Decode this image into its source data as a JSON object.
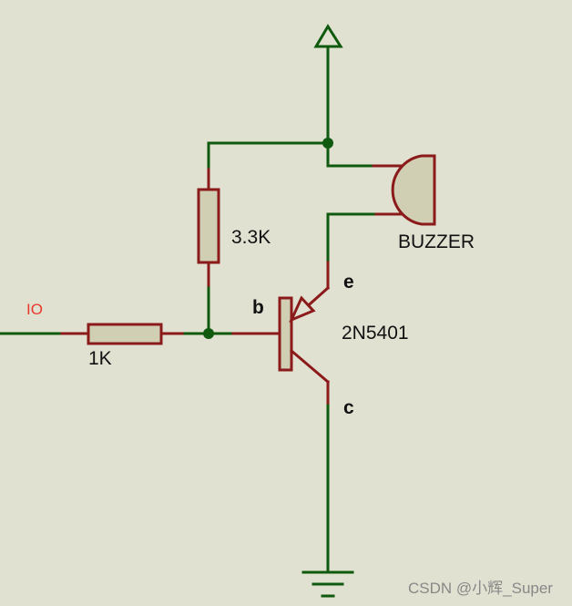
{
  "labels": {
    "net_io": "IO",
    "r1_value": "1K",
    "r2_value": "3.3K",
    "buzzer_name": "BUZZER",
    "transistor_part": "2N5401",
    "pin_base": "b",
    "pin_emitter": "e",
    "pin_collector": "c"
  },
  "watermark": "CSDN @小辉_Super",
  "colors": {
    "background": "#e1e1d2",
    "wire": "#0f5a0f",
    "pin_lead": "#8b1a1a",
    "component_body": "#d0cfb4",
    "net_label": "#e8382c"
  },
  "symbols": [
    "power-terminal",
    "ground-terminal",
    "resistor",
    "resistor",
    "buzzer",
    "pnp-transistor"
  ]
}
